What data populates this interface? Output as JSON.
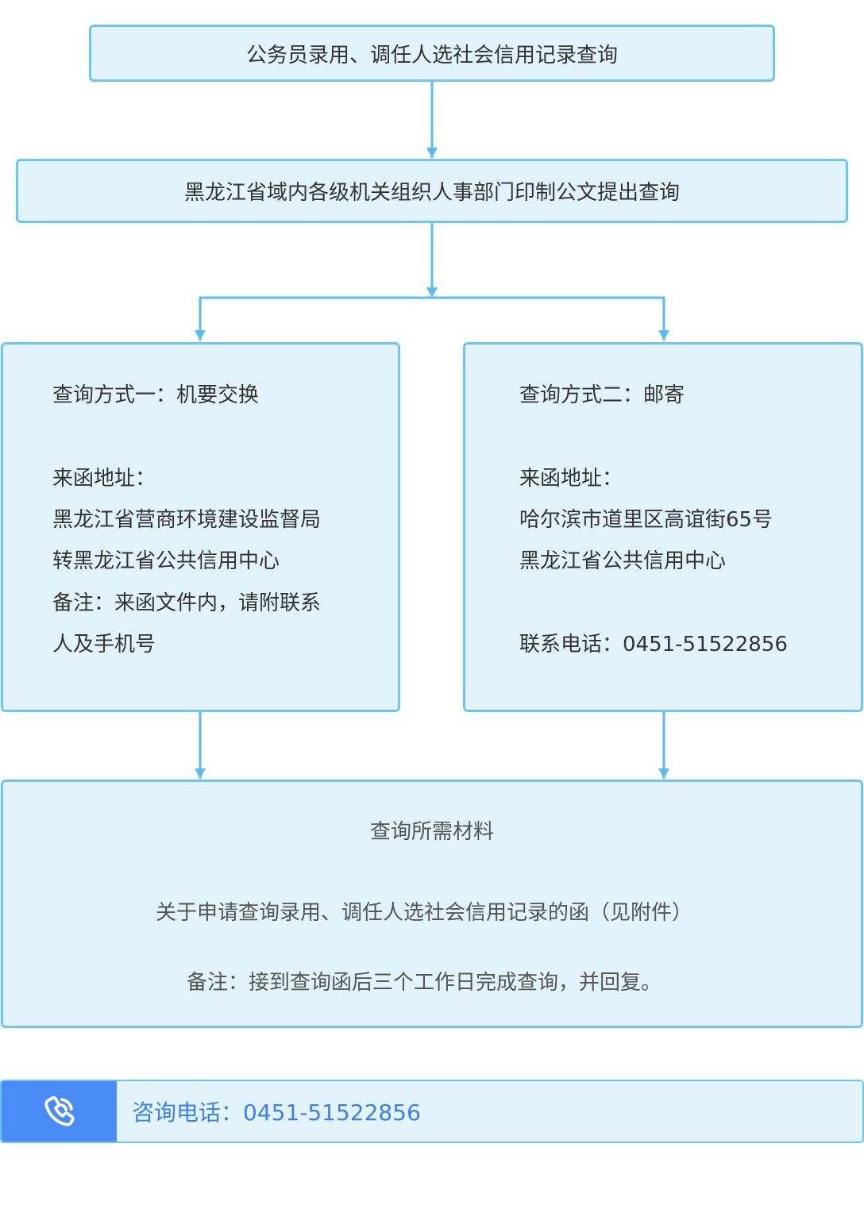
{
  "flow": {
    "step1": "公务员录用、调任人选社会信用记录查询",
    "step2": "黑龙江省域内各级机关组织人事部门印制公文提出查询"
  },
  "method1": {
    "title": "查询方式一：机要交换",
    "address_label": "来函地址：",
    "address_line1": "黑龙江省营商环境建设监督局",
    "address_line2": "转黑龙江省公共信用中心",
    "note_line1": "备注：来函文件内，请附联系",
    "note_line2": "人及手机号"
  },
  "method2": {
    "title": "查询方式二：邮寄",
    "address_label": "来函地址：",
    "address_line1": "哈尔滨市道里区高谊街65号",
    "address_line2": "黑龙江省公共信用中心",
    "phone": "联系电话：0451-51522856"
  },
  "requirements": {
    "title": "查询所需材料",
    "item": "关于申请查询录用、调任人选社会信用记录的函（见附件）",
    "note": "备注：接到查询函后三个工作日完成查询，并回复。"
  },
  "contact": {
    "icon": "phone-icon",
    "text": "咨询电话：0451-51522856"
  },
  "colors": {
    "box_fill": "#e3f3fc",
    "box_border": "#6ec6f0",
    "connector": "#5bbcf0",
    "accent_blue": "#4a8cf7",
    "contact_text": "#3b7ff0"
  }
}
